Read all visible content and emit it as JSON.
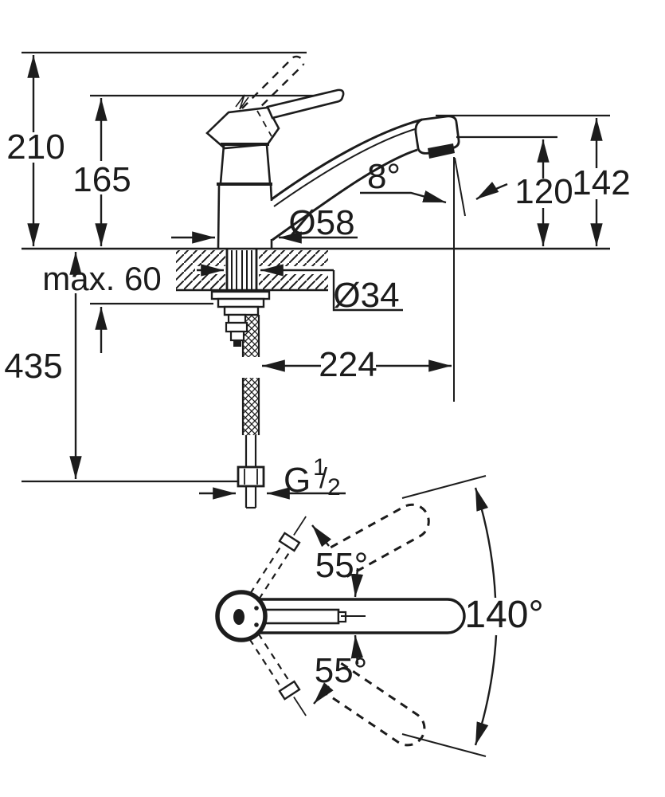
{
  "drawing": {
    "type": "technical-dimension-diagram",
    "colors": {
      "ink": "#1c1c1c",
      "paper": "#ffffff"
    },
    "side_view": {
      "dimensions": {
        "total_height": "210",
        "body_height": "165",
        "spout_height": "142",
        "outlet_height": "120",
        "below_counter_depth": "435",
        "counter_thickness": "max. 60",
        "base_diameter": "Ø58",
        "shank_diameter": "Ø34",
        "spout_reach": "224",
        "outlet_angle": "8°",
        "thread_prefix": "G",
        "thread_numerator": "1",
        "thread_slash": "/",
        "thread_denominator": "2"
      }
    },
    "top_view": {
      "angles": {
        "swivel_upper": "55°",
        "swivel_lower": "55°",
        "swivel_total": "140°"
      }
    }
  }
}
